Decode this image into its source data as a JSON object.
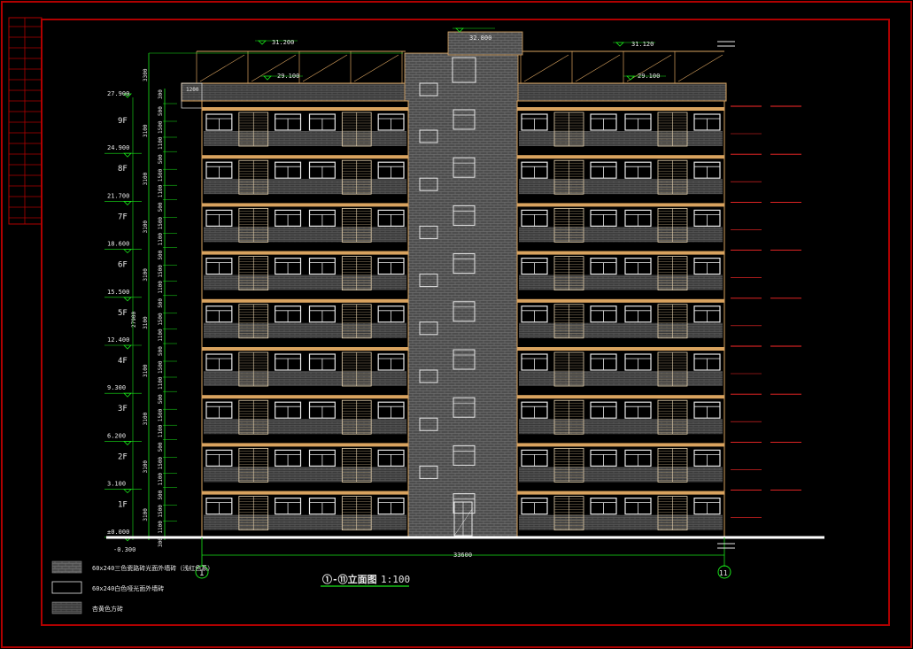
{
  "drawing": {
    "title_main": "①-⑪立面图",
    "title_scale": "1:100",
    "overall_width": "33600",
    "grid_left": "1",
    "grid_right": "11",
    "total_height_dim": "27900",
    "top_parapet_dim": "3300",
    "parapet_dim": "300",
    "ground_dim": "300",
    "eave_width": "1200"
  },
  "roof_levels": {
    "left_parapet": "31.200",
    "left_roof": "29.100",
    "stair_top": "32.800",
    "right_parapet": "31.120",
    "right_roof": "29.100",
    "roof_slab": "27.900"
  },
  "floors": [
    {
      "label": "9F",
      "elev": "24.900"
    },
    {
      "label": "8F",
      "elev": "21.700"
    },
    {
      "label": "7F",
      "elev": "18.600"
    },
    {
      "label": "6F",
      "elev": "15.500"
    },
    {
      "label": "5F",
      "elev": "12.400"
    },
    {
      "label": "4F",
      "elev": "9.300"
    },
    {
      "label": "3F",
      "elev": "6.200"
    },
    {
      "label": "2F",
      "elev": "3.100"
    },
    {
      "label": "1F",
      "elev": "±0.000"
    }
  ],
  "ground_elev": "-0.300",
  "floor_dims": {
    "story": "3100",
    "sill": "1100",
    "window": "1500",
    "lintel": "500"
  },
  "legend": [
    {
      "text": "60x240三色瓷路砖光面外墙砖（浅红色系）"
    },
    {
      "text": "60x240白色哑光面外墙砖"
    },
    {
      "text": "杏黄色方砖"
    }
  ],
  "colors": {
    "border": "#b00000",
    "dim": "#19e619",
    "facade": "#d9a35f",
    "frame": "#e8d4b0",
    "white": "#e8e8e8",
    "red_line": "#ff2a2a"
  }
}
